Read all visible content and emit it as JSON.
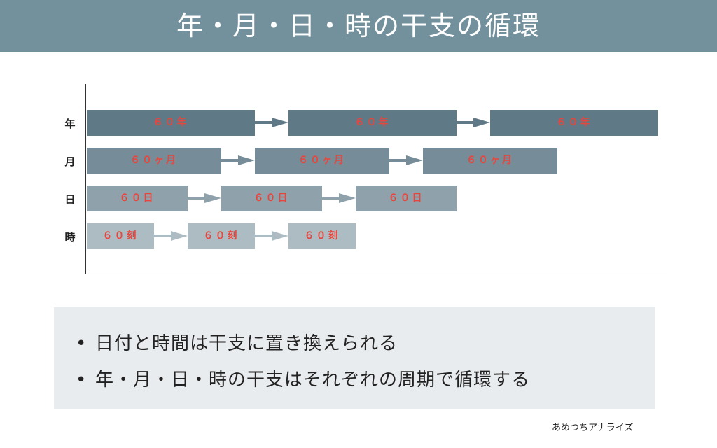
{
  "title": "年・月・日・時の干支の循環",
  "rows": [
    {
      "label": "年",
      "color": "#5f7987",
      "blocks": [
        "６０年",
        "６０年",
        "６０年"
      ]
    },
    {
      "label": "月",
      "color": "#768c98",
      "blocks": [
        "６０ヶ月",
        "６０ヶ月",
        "６０ヶ月"
      ]
    },
    {
      "label": "日",
      "color": "#8fa2ac",
      "blocks": [
        "６０日",
        "６０日",
        "６０日"
      ]
    },
    {
      "label": "時",
      "color": "#adbcc3",
      "blocks": [
        "６０刻",
        "６０刻",
        "６０刻"
      ]
    }
  ],
  "bullets": [
    "日付と時間は干支に置き換えられる",
    "年・月・日・時の干支はそれぞれの周期で循環する"
  ],
  "bullet_symbol": "•",
  "footer": "あめつちアナライズ",
  "text_color": "#e8453c"
}
